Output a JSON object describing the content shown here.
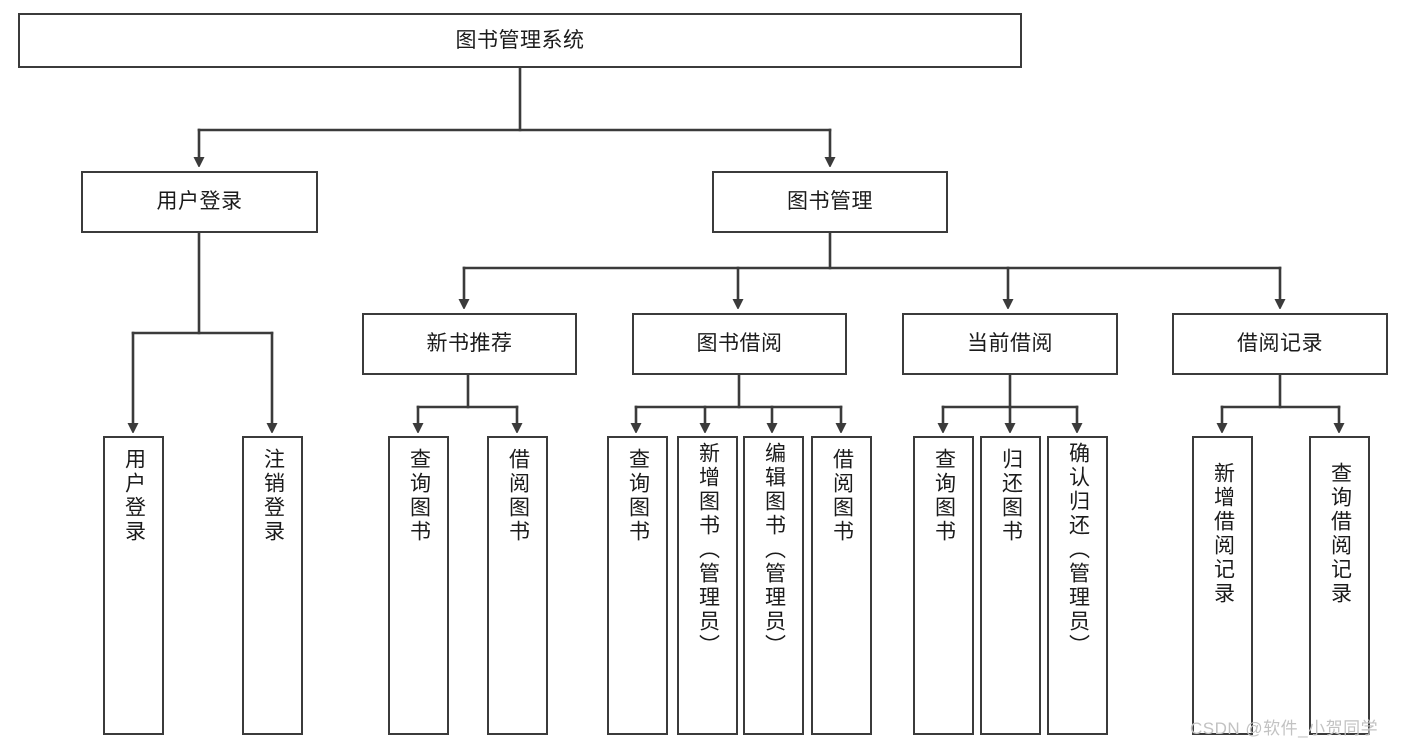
{
  "diagram": {
    "title_text": "图书管理系统",
    "type": "tree-hierarchy-chart",
    "stroke_color": "#3b3b3b",
    "fill_color": "#ffffff",
    "text_color": "#1b1b1b",
    "watermark": "CSDN @软件_小贺同学",
    "watermark_color": "#c2c2c2",
    "nodes": {
      "root": {
        "label": "图书管理系统"
      },
      "level1": [
        {
          "id": "user-login",
          "label": "用户登录"
        },
        {
          "id": "book-management",
          "label": "图书管理"
        }
      ],
      "level2": [
        {
          "id": "new-book-recommend",
          "label": "新书推荐"
        },
        {
          "id": "book-borrow",
          "label": "图书借阅"
        },
        {
          "id": "current-borrow",
          "label": "当前借阅"
        },
        {
          "id": "borrow-record",
          "label": "借阅记录"
        }
      ],
      "leaves": {
        "user_login": [
          {
            "id": "leaf-user-login",
            "label": "用户登录"
          },
          {
            "id": "leaf-logout-login",
            "label": "注销登录"
          }
        ],
        "new_book_recommend": [
          {
            "id": "leaf-query-book-1",
            "label": "查询图书"
          },
          {
            "id": "leaf-borrow-book-1",
            "label": "借阅图书"
          }
        ],
        "book_borrow": [
          {
            "id": "leaf-query-book-2",
            "label": "查询图书"
          },
          {
            "id": "leaf-add-book-admin",
            "label": "新增图书（管理员）"
          },
          {
            "id": "leaf-edit-book-admin",
            "label": "编辑图书（管理员）"
          },
          {
            "id": "leaf-borrow-book-2",
            "label": "借阅图书"
          }
        ],
        "current_borrow": [
          {
            "id": "leaf-query-book-3",
            "label": "查询图书"
          },
          {
            "id": "leaf-return-book",
            "label": "归还图书"
          },
          {
            "id": "leaf-confirm-return-admin",
            "label": "确认归还（管理员）"
          }
        ],
        "borrow_record": [
          {
            "id": "leaf-add-borrow-record",
            "label": "新增借阅记录"
          },
          {
            "id": "leaf-query-borrow-record",
            "label": "查询借阅记录"
          }
        ]
      }
    }
  }
}
